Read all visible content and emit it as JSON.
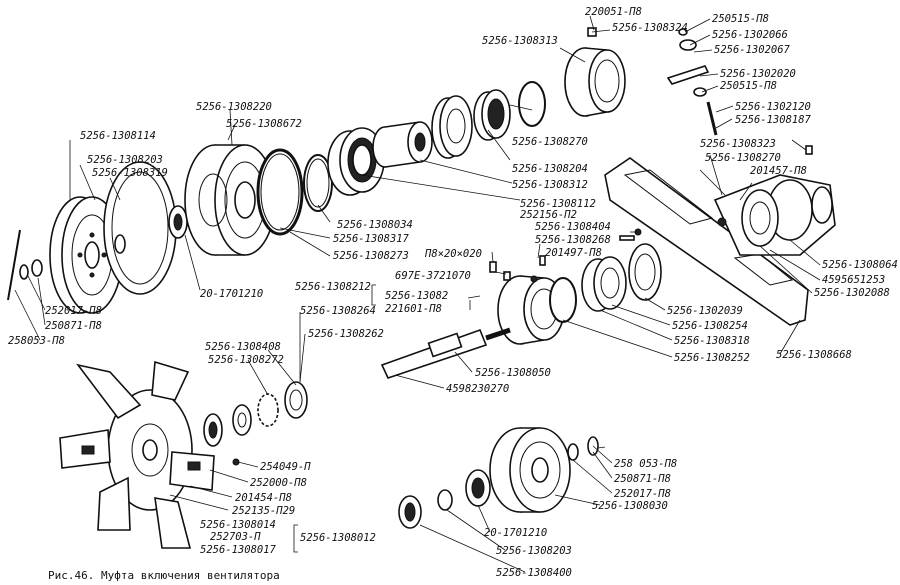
{
  "caption": "Рис.46. Муфта включения вентилятора",
  "labels": [
    "220051-П8",
    "5256-1308324",
    "250515-П8",
    "5256-1302066",
    "5256-1302067",
    "5256-1308313",
    "5256-1302020",
    "250515-П8",
    "5256-1302120",
    "5256-1308187",
    "5256-1308220",
    "5256-1308672",
    "5256-1308114",
    "5256-1308203",
    "5256-1308319",
    "5256-1308270",
    "5256-1308323",
    "5256-1308270",
    "201457-П8",
    "5256-1308204",
    "5256-1308312",
    "5256-1308112",
    "252156-П2",
    "5256-1308404",
    "5256-1308268",
    "201497-П8",
    "П8×20×020",
    "697Е-3721070",
    "5256-1308212",
    "5256-13082",
    "221601-П8",
    "5256-1308034",
    "5256-1308317",
    "5256-1308273",
    "20-1701210",
    "252017-П8",
    "250871-П8",
    "258053-П8",
    "5256-1308264",
    "5256-1308262",
    "5256-1308408",
    "5256-1308272",
    "5256-1308064",
    "4595651253",
    "5256-1302088",
    "5256-1302039",
    "5256-1308254",
    "5256-1308318",
    "5256-1308252",
    "5256-1308668",
    "5256-1308050",
    "4598230270",
    "254049-П",
    "252000-П8",
    "201454-П8",
    "252135-П29",
    "5256-1308014",
    "252703-П",
    "5256-1308017",
    "5256-1308012",
    "258 053-П8",
    "250871-П8",
    "252017-П8",
    "5256-1308030",
    "20-1701210",
    "5256-1308203",
    "5256-1308400"
  ]
}
